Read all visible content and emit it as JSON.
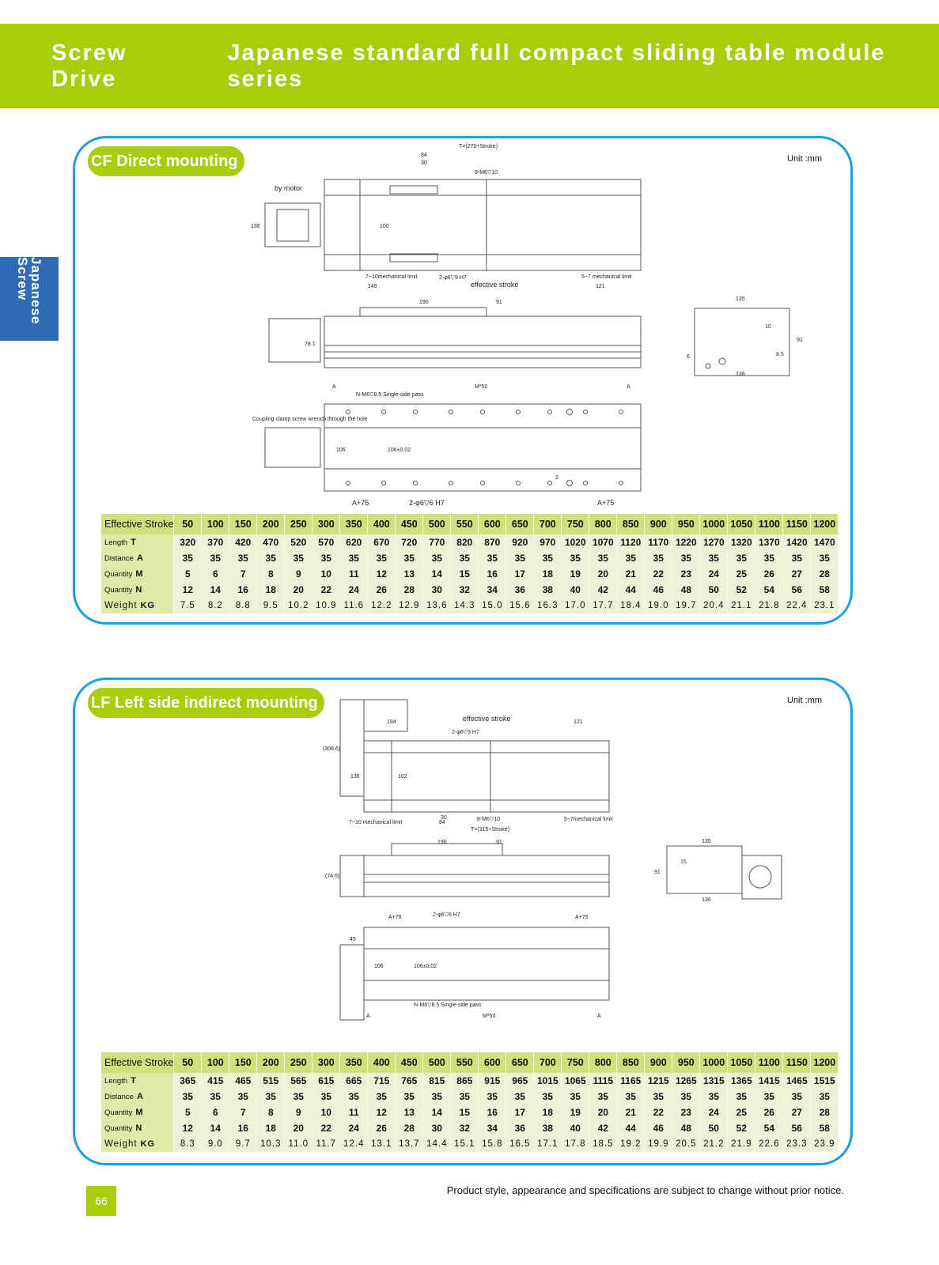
{
  "header": {
    "series": "Screw Drive",
    "title": "Japanese standard full compact sliding table module series"
  },
  "side_tab": "Japanese Screw",
  "unit": "Unit :mm",
  "cf": {
    "title": "CF  Direct mounting",
    "labels": {
      "t_formula": "T=(270+Stroke)",
      "d84": "84",
      "d30": "30",
      "bolt": "8-M6▽10",
      "by_motor": "by motor",
      "d136": "136",
      "d100": "100",
      "mech_left": "7~10mechanical limit",
      "pin": "2-φ6▽9 H7",
      "eff": "effective stroke",
      "mech_right": "5~7 mechanical limit",
      "d149": "149",
      "d121": "121",
      "d190": "190",
      "d91": "91",
      "d78": "78.1",
      "e135": "135",
      "e91": "91",
      "e10": "10",
      "e85": "8.5",
      "e6": "6",
      "e136": "136",
      "holes": "N-M6▽8.5 Single-side pass",
      "m50": "M*50",
      "a": "A",
      "coupling": "Coupling clamp screw wrench through the hole",
      "d106": "106",
      "tol": "106±0.02",
      "pin2": "2-φ6▽6 H7",
      "a75": "A+75",
      "d2": "2"
    }
  },
  "lf": {
    "title": "LF  Left side indirect mounting",
    "labels": {
      "eff": "effective stroke",
      "d121": "121",
      "d194": "194",
      "pin": "2-φ6▽9 H7",
      "d306": "(306.6)",
      "d136": "136",
      "d102": "102",
      "mech_left": "7~10 mechanical limit",
      "bolt": "8-M6▽10",
      "mech_right": "5~7mechanical limit",
      "t_formula": "T=(315+Stroke)",
      "d84": "84",
      "d30": "30",
      "d190": "190",
      "d91": "91",
      "d74": "(74.6)",
      "e135": "135",
      "e136": "136",
      "e91": "91",
      "e15": "15",
      "a75": "A+75",
      "pin2": "2-φ6▽6 H7",
      "d45": "45",
      "d106": "106",
      "tol": "106±0.02",
      "holes": "N-M6▽8.5 Single-side pass",
      "m50": "M*50",
      "a": "A"
    }
  },
  "tables": [
    {
      "rows": [
        {
          "label": "Effective Stroke",
          "sym": "",
          "values": [
            "50",
            "100",
            "150",
            "200",
            "250",
            "300",
            "350",
            "400",
            "450",
            "500",
            "550",
            "600",
            "650",
            "700",
            "750",
            "800",
            "850",
            "900",
            "950",
            "1000",
            "1050",
            "1100",
            "1150",
            "1200"
          ]
        },
        {
          "label": "Length",
          "sym": "T",
          "values": [
            "320",
            "370",
            "420",
            "470",
            "520",
            "570",
            "620",
            "670",
            "720",
            "770",
            "820",
            "870",
            "920",
            "970",
            "1020",
            "1070",
            "1120",
            "1170",
            "1220",
            "1270",
            "1320",
            "1370",
            "1420",
            "1470"
          ]
        },
        {
          "label": "Distance",
          "sym": "A",
          "values": [
            "35",
            "35",
            "35",
            "35",
            "35",
            "35",
            "35",
            "35",
            "35",
            "35",
            "35",
            "35",
            "35",
            "35",
            "35",
            "35",
            "35",
            "35",
            "35",
            "35",
            "35",
            "35",
            "35",
            "35"
          ]
        },
        {
          "label": "Quantity",
          "sym": "M",
          "values": [
            "5",
            "6",
            "7",
            "8",
            "9",
            "10",
            "11",
            "12",
            "13",
            "14",
            "15",
            "16",
            "17",
            "18",
            "19",
            "20",
            "21",
            "22",
            "23",
            "24",
            "25",
            "26",
            "27",
            "28"
          ]
        },
        {
          "label": "Quantity",
          "sym": "N",
          "values": [
            "12",
            "14",
            "16",
            "18",
            "20",
            "22",
            "24",
            "26",
            "28",
            "30",
            "32",
            "34",
            "36",
            "38",
            "40",
            "42",
            "44",
            "46",
            "48",
            "50",
            "52",
            "54",
            "56",
            "58"
          ]
        },
        {
          "label": "Weight",
          "sym": "KG",
          "values": [
            "7.5",
            "8.2",
            "8.8",
            "9.5",
            "10.2",
            "10.9",
            "11.6",
            "12.2",
            "12.9",
            "13.6",
            "14.3",
            "15.0",
            "15.6",
            "16.3",
            "17.0",
            "17.7",
            "18.4",
            "19.0",
            "19.7",
            "20.4",
            "21.1",
            "21.8",
            "22.4",
            "23.1"
          ]
        }
      ]
    },
    {
      "rows": [
        {
          "label": "Effective Stroke",
          "sym": "",
          "values": [
            "50",
            "100",
            "150",
            "200",
            "250",
            "300",
            "350",
            "400",
            "450",
            "500",
            "550",
            "600",
            "650",
            "700",
            "750",
            "800",
            "850",
            "900",
            "950",
            "1000",
            "1050",
            "1100",
            "1150",
            "1200"
          ]
        },
        {
          "label": "Length",
          "sym": "T",
          "values": [
            "365",
            "415",
            "465",
            "515",
            "565",
            "615",
            "665",
            "715",
            "765",
            "815",
            "865",
            "915",
            "965",
            "1015",
            "1065",
            "1115",
            "1165",
            "1215",
            "1265",
            "1315",
            "1365",
            "1415",
            "1465",
            "1515"
          ]
        },
        {
          "label": "Distance",
          "sym": "A",
          "values": [
            "35",
            "35",
            "35",
            "35",
            "35",
            "35",
            "35",
            "35",
            "35",
            "35",
            "35",
            "35",
            "35",
            "35",
            "35",
            "35",
            "35",
            "35",
            "35",
            "35",
            "35",
            "35",
            "35",
            "35"
          ]
        },
        {
          "label": "Quantity",
          "sym": "M",
          "values": [
            "5",
            "6",
            "7",
            "8",
            "9",
            "10",
            "11",
            "12",
            "13",
            "14",
            "15",
            "16",
            "17",
            "18",
            "19",
            "20",
            "21",
            "22",
            "23",
            "24",
            "25",
            "26",
            "27",
            "28"
          ]
        },
        {
          "label": "Quantity",
          "sym": "N",
          "values": [
            "12",
            "14",
            "16",
            "18",
            "20",
            "22",
            "24",
            "26",
            "28",
            "30",
            "32",
            "34",
            "36",
            "38",
            "40",
            "42",
            "44",
            "46",
            "48",
            "50",
            "52",
            "54",
            "56",
            "58"
          ]
        },
        {
          "label": "Weight",
          "sym": "KG",
          "values": [
            "8.3",
            "9.0",
            "9.7",
            "10.3",
            "11.0",
            "11.7",
            "12.4",
            "13.1",
            "13.7",
            "14.4",
            "15.1",
            "15.8",
            "16.5",
            "17.1",
            "17.8",
            "18.5",
            "19.2",
            "19.9",
            "20.5",
            "21.2",
            "21.9",
            "22.6",
            "23.3",
            "23.9"
          ]
        }
      ]
    }
  ],
  "page_number": "66",
  "footer": "Product style, appearance and specifications are subject to change without prior notice."
}
